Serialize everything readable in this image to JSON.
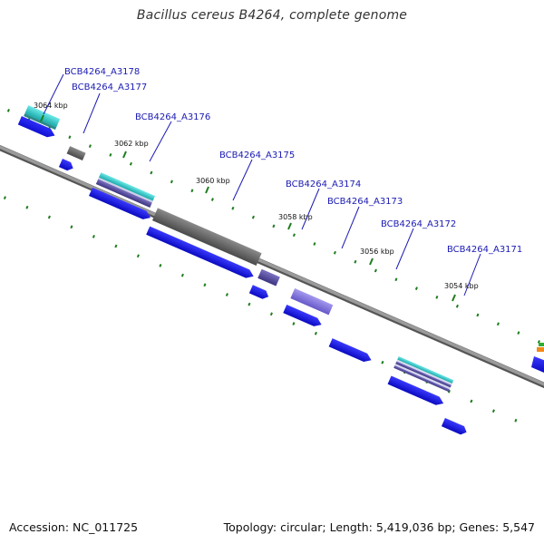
{
  "title": "Bacillus cereus B4264, complete genome",
  "footer": {
    "accession": "Accession: NC_011725",
    "summary": "Topology: circular; Length: 5,419,036 bp; Genes: 5,547"
  },
  "colors": {
    "backbone": "#888888",
    "backbone_shadow": "#555555",
    "forward_cds": "#1a1aee",
    "gene_label": "#1a1ab4",
    "tick": "#1e7d1e",
    "cyan_feature": "#3ccccc",
    "gray_feature": "#6e6e6e",
    "slate_feature": "#5a50a0",
    "purple_feature": "#8070d8"
  },
  "ruler": [
    {
      "label": "3064 kbp"
    },
    {
      "label": "3062 kbp"
    },
    {
      "label": "3060 kbp"
    },
    {
      "label": "3058 kbp"
    },
    {
      "label": "3056 kbp"
    },
    {
      "label": "3054 kbp"
    }
  ],
  "genes": [
    {
      "label": "BCB4264_A3178"
    },
    {
      "label": "BCB4264_A3177"
    },
    {
      "label": "BCB4264_A3176"
    },
    {
      "label": "BCB4264_A3175"
    },
    {
      "label": "BCB4264_A3174"
    },
    {
      "label": "BCB4264_A3173"
    },
    {
      "label": "BCB4264_A3172"
    },
    {
      "label": "BCB4264_A3171"
    }
  ]
}
